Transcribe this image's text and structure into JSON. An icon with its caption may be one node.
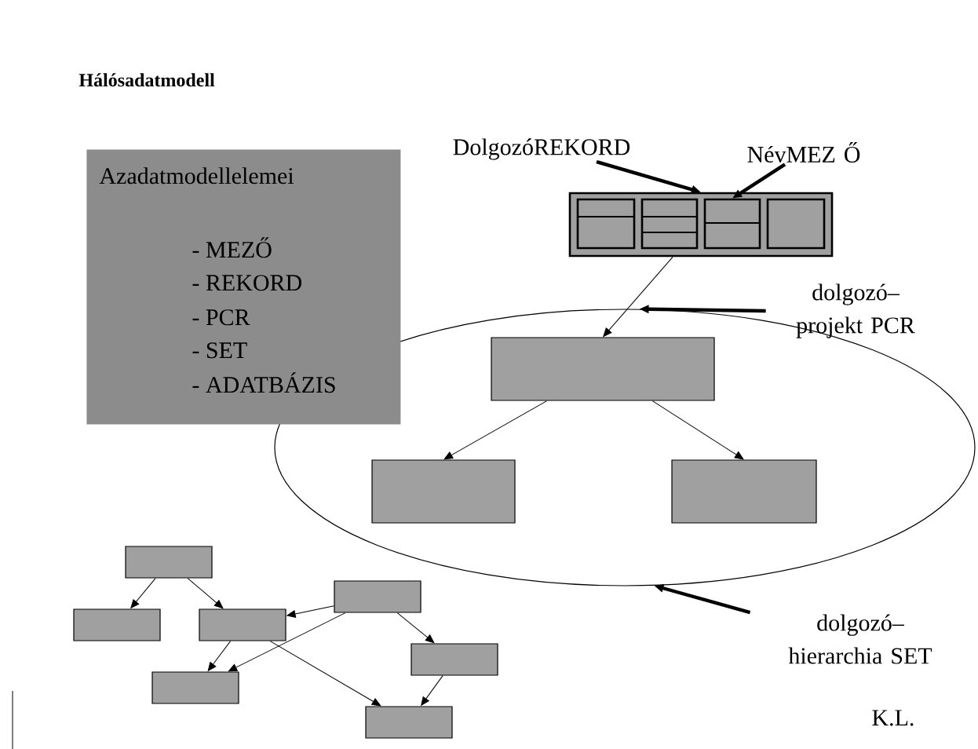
{
  "diagram": {
    "title": "Hálósadatmodell",
    "nodes": [
      {
        "text": [
          "Azadatmodellelemei",
          "- MEZŐ",
          "- REKORD",
          "- PCR",
          "- SET",
          "- ADATBÁZIS"
        ]
      },
      {
        "text": [
          "DolgozóREKORD"
        ]
      },
      {
        "text": [
          "NévMEZ Ő"
        ]
      },
      {
        "text": [],
        "shape": "box"
      },
      {
        "text": [],
        "shape": "box",
        "in": 3
      },
      {
        "text": [],
        "shape": "box",
        "in": 3
      },
      {
        "text": [],
        "shape": "box",
        "in": 3
      },
      {
        "text": [],
        "shape": "box",
        "in": 3
      },
      {
        "text": [],
        "shape": "ellipse"
      },
      {
        "text": [
          "dolgozó– projekt PCR"
        ]
      },
      {
        "text": [],
        "shape": "box",
        "in": 8
      },
      {
        "text": [],
        "shape": "box",
        "in": 8
      },
      {
        "text": [],
        "shape": "box",
        "in": 8
      },
      {
        "text": [
          "dolgozó– hierarchia SET"
        ]
      },
      {
        "text": [],
        "shape": "box"
      },
      {
        "text": [],
        "shape": "box"
      },
      {
        "text": [],
        "shape": "box"
      },
      {
        "text": [],
        "shape": "box"
      },
      {
        "text": [],
        "shape": "box"
      },
      {
        "text": [],
        "shape": "box"
      },
      {
        "text": [],
        "shape": "box"
      }
    ],
    "edges": [
      {
        "from": 1,
        "to": 3,
        "arrow": "to",
        "style": "thick"
      },
      {
        "from": 2,
        "to": 6,
        "arrow": "to",
        "style": "thick"
      },
      {
        "from": 9,
        "to": 8,
        "arrow": "to",
        "style": "thick"
      },
      {
        "from": 3,
        "to": 10,
        "arrow": "to"
      },
      {
        "from": 10,
        "to": 11,
        "arrow": "to"
      },
      {
        "from": 10,
        "to": 12,
        "arrow": "to"
      },
      {
        "from": 13,
        "to": 8,
        "arrow": "to",
        "style": "thick"
      },
      {
        "from": 14,
        "to": 16,
        "arrow": "to"
      },
      {
        "from": 14,
        "to": 17,
        "arrow": "to"
      },
      {
        "from": 15,
        "to": 17,
        "arrow": "to"
      },
      {
        "from": 15,
        "to": 19,
        "arrow": "to"
      },
      {
        "from": 15,
        "to": 18,
        "arrow": "to"
      },
      {
        "from": 17,
        "to": 19,
        "arrow": "to"
      },
      {
        "from": 17,
        "to": 20,
        "arrow": "to"
      },
      {
        "from": 18,
        "to": 20,
        "arrow": "to"
      }
    ],
    "labels": [
      "K.L."
    ]
  }
}
